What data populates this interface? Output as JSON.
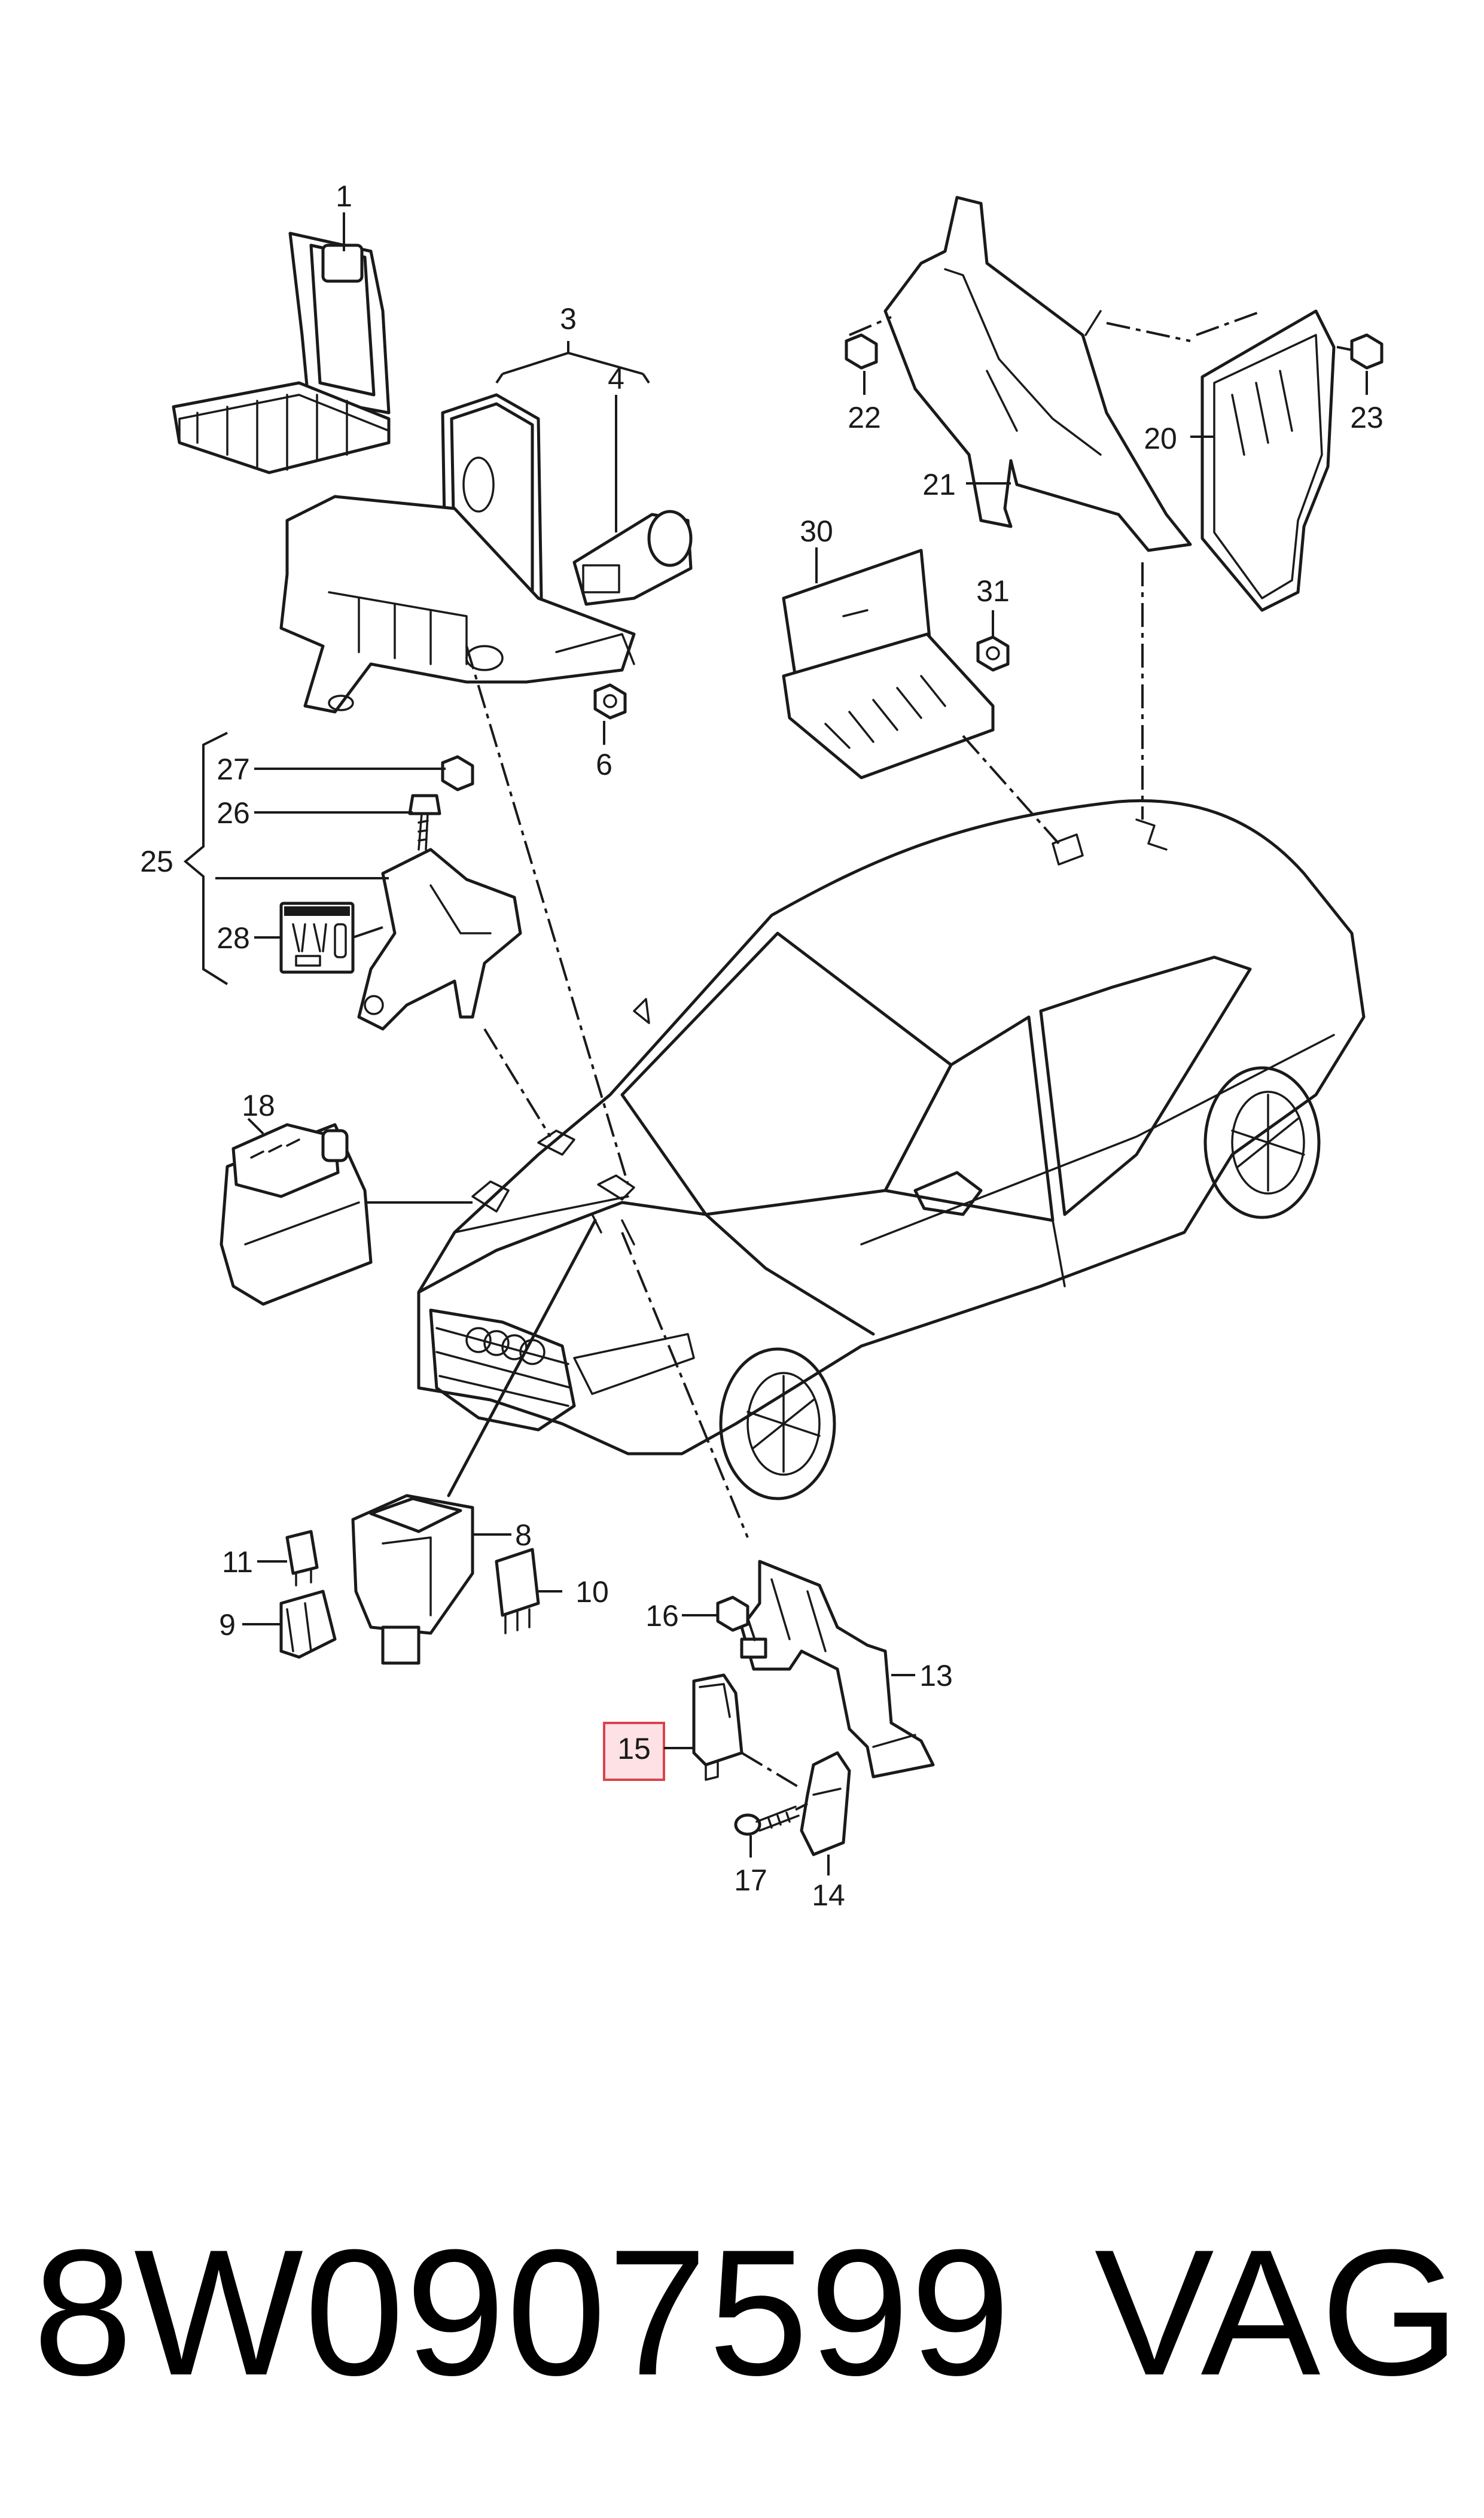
{
  "callouts": {
    "c1": "1",
    "c3": "3",
    "c4": "4",
    "c6": "6",
    "c8": "8",
    "c9": "9",
    "c10": "10",
    "c11": "11",
    "c13": "13",
    "c14": "14",
    "c15": "15",
    "c16": "16",
    "c17": "17",
    "c18": "18",
    "c20": "20",
    "c21": "21",
    "c22": "22",
    "c23": "23",
    "c25": "25",
    "c26": "26",
    "c27": "27",
    "c28": "28",
    "c30": "30",
    "c31": "31"
  },
  "highlighted_callout": "15",
  "highlight_color": "#fde1e4",
  "highlight_border": "#d9434f",
  "footer": {
    "part_number": "8W0907599",
    "brand": "VAG"
  }
}
